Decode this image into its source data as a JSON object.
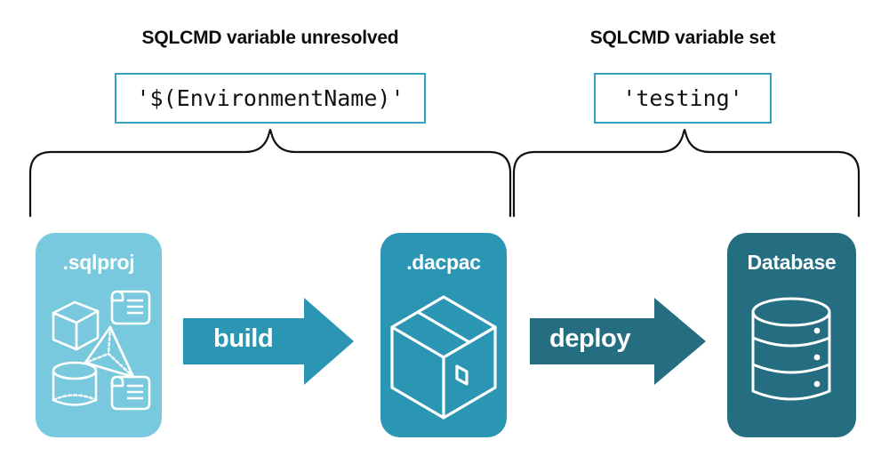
{
  "diagram": {
    "title_left": "SQLCMD variable unresolved",
    "title_right": "SQLCMD variable set",
    "code_left": "'$(EnvironmentName)'",
    "code_right": "'testing'",
    "stages": [
      {
        "label": ".sqlproj",
        "color": "#78c9dd",
        "art": "sqlproj-objects-icon"
      },
      {
        "label": ".dacpac",
        "color": "#2b96b4",
        "art": "package-box-icon"
      },
      {
        "label": "Database",
        "color": "#256e82",
        "art": "database-cylinder-icon"
      }
    ],
    "arrows": [
      {
        "label": "build",
        "color": "#2b96b4"
      },
      {
        "label": "deploy",
        "color": "#256e82"
      }
    ],
    "accent_border": "#34a0bd",
    "text_color": "#0d0d0d",
    "background": "#ffffff"
  }
}
